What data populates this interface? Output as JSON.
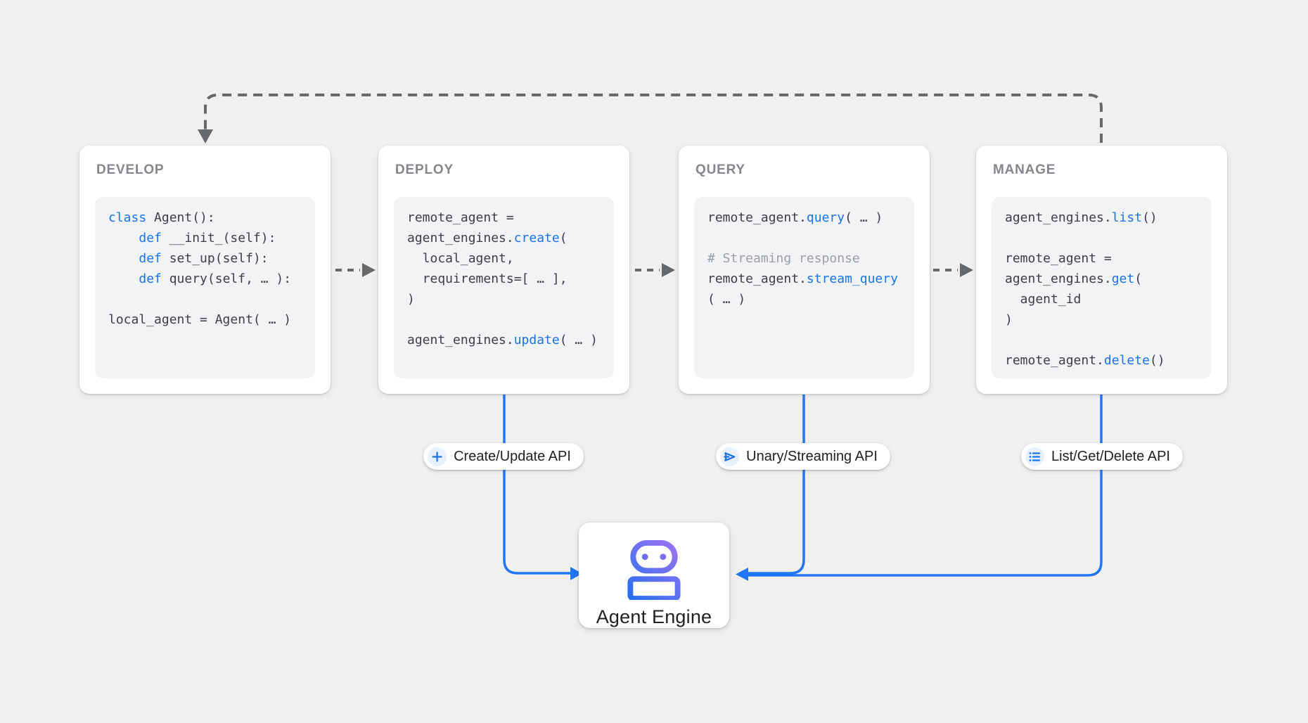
{
  "colors": {
    "background": "#f2f0ee",
    "card": "#ffffff",
    "code_bg": "#f1f3f4",
    "heading": "#83878b",
    "code_text": "#3c4043",
    "keyword": "#1a73e8",
    "comment": "#9aa0a6",
    "gray_arrow": "#66696c",
    "blue_line": "#2176f3",
    "badge_icon_bg": "#e8f0fe",
    "badge_icon": "#1a73e8",
    "text_dark": "#202124",
    "robot_blue": "#1f6ff0",
    "robot_purple": "#a873f5"
  },
  "cards": [
    {
      "title": "DEVELOP",
      "code": [
        [
          {
            "t": "class",
            "k": 1
          },
          {
            "t": " Agent():"
          }
        ],
        [
          {
            "t": "    "
          },
          {
            "t": "def",
            "k": 1
          },
          {
            "t": " __init_(self):"
          }
        ],
        [
          {
            "t": "    "
          },
          {
            "t": "def",
            "k": 1
          },
          {
            "t": " set_up(self):"
          }
        ],
        [
          {
            "t": "    "
          },
          {
            "t": "def",
            "k": 1
          },
          {
            "t": " query(self, … ):"
          }
        ],
        [],
        [
          {
            "t": "local_agent = Agent( … )"
          }
        ]
      ]
    },
    {
      "title": "DEPLOY",
      "code": [
        [
          {
            "t": "remote_agent ="
          }
        ],
        [
          {
            "t": "agent_engines."
          },
          {
            "t": "create",
            "k": 1
          },
          {
            "t": "("
          }
        ],
        [
          {
            "t": "  local_agent,"
          }
        ],
        [
          {
            "t": "  requirements=[ … ],"
          }
        ],
        [
          {
            "t": ")"
          }
        ],
        [],
        [
          {
            "t": "agent_engines."
          },
          {
            "t": "update",
            "k": 1
          },
          {
            "t": "( … )"
          }
        ]
      ]
    },
    {
      "title": "QUERY",
      "code": [
        [
          {
            "t": "remote_agent."
          },
          {
            "t": "query",
            "k": 1
          },
          {
            "t": "( … )"
          }
        ],
        [],
        [
          {
            "t": "# Streaming response",
            "c": 1
          }
        ],
        [
          {
            "t": "remote_agent."
          },
          {
            "t": "stream_query",
            "k": 1
          }
        ],
        [
          {
            "t": "( … )"
          }
        ]
      ]
    },
    {
      "title": "MANAGE",
      "code": [
        [
          {
            "t": "agent_engines."
          },
          {
            "t": "list",
            "k": 1
          },
          {
            "t": "()"
          }
        ],
        [],
        [
          {
            "t": "remote_agent ="
          }
        ],
        [
          {
            "t": "agent_engines."
          },
          {
            "t": "get",
            "k": 1
          },
          {
            "t": "("
          }
        ],
        [
          {
            "t": "  agent_id"
          }
        ],
        [
          {
            "t": ")"
          }
        ],
        [],
        [
          {
            "t": "remote_agent."
          },
          {
            "t": "delete",
            "k": 1
          },
          {
            "t": "()"
          }
        ]
      ]
    }
  ],
  "badges": [
    {
      "icon": "plus-icon",
      "label": "Create/Update API"
    },
    {
      "icon": "send-icon",
      "label": "Unary/Streaming API"
    },
    {
      "icon": "list-icon",
      "label": "List/Get/Delete API"
    }
  ],
  "engine": {
    "icon": "robot-icon",
    "label": "Agent Engine"
  }
}
